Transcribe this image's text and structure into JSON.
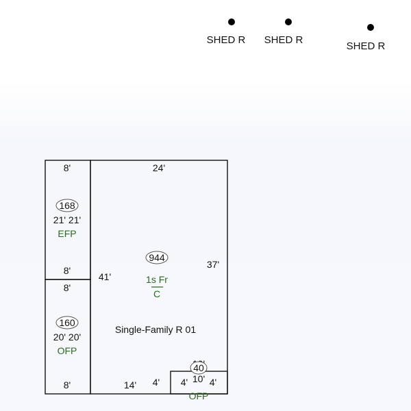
{
  "sheds": [
    {
      "label": "SHED R"
    },
    {
      "label": "SHED R"
    },
    {
      "label": "SHED R"
    }
  ],
  "areas": {
    "efp": {
      "code": "EFP",
      "area": "168",
      "dim_top": "8'",
      "dim_bottom": "8'",
      "dims_side": "21' 21'"
    },
    "ofp_left": {
      "code": "OFP",
      "area": "160",
      "dim_top": "8'",
      "dim_bottom": "8'",
      "dims_side": "20' 20'"
    },
    "main": {
      "code": "1s Fr",
      "subcode": "C",
      "area": "944",
      "dim_top": "24'",
      "dim_left": "41'",
      "dim_right": "37'",
      "dim_bottom_left": "14'",
      "dim_bottom_mid": "4'"
    },
    "ofp_small": {
      "code": "OFP",
      "area": "40",
      "dim_top": "10'",
      "dim_bottom": "10'",
      "dim_left": "4'",
      "dim_right": "4'"
    }
  },
  "building_label": "Single-Family R 01",
  "colors": {
    "code_text": "#2a6a1f",
    "line": "#111111"
  }
}
